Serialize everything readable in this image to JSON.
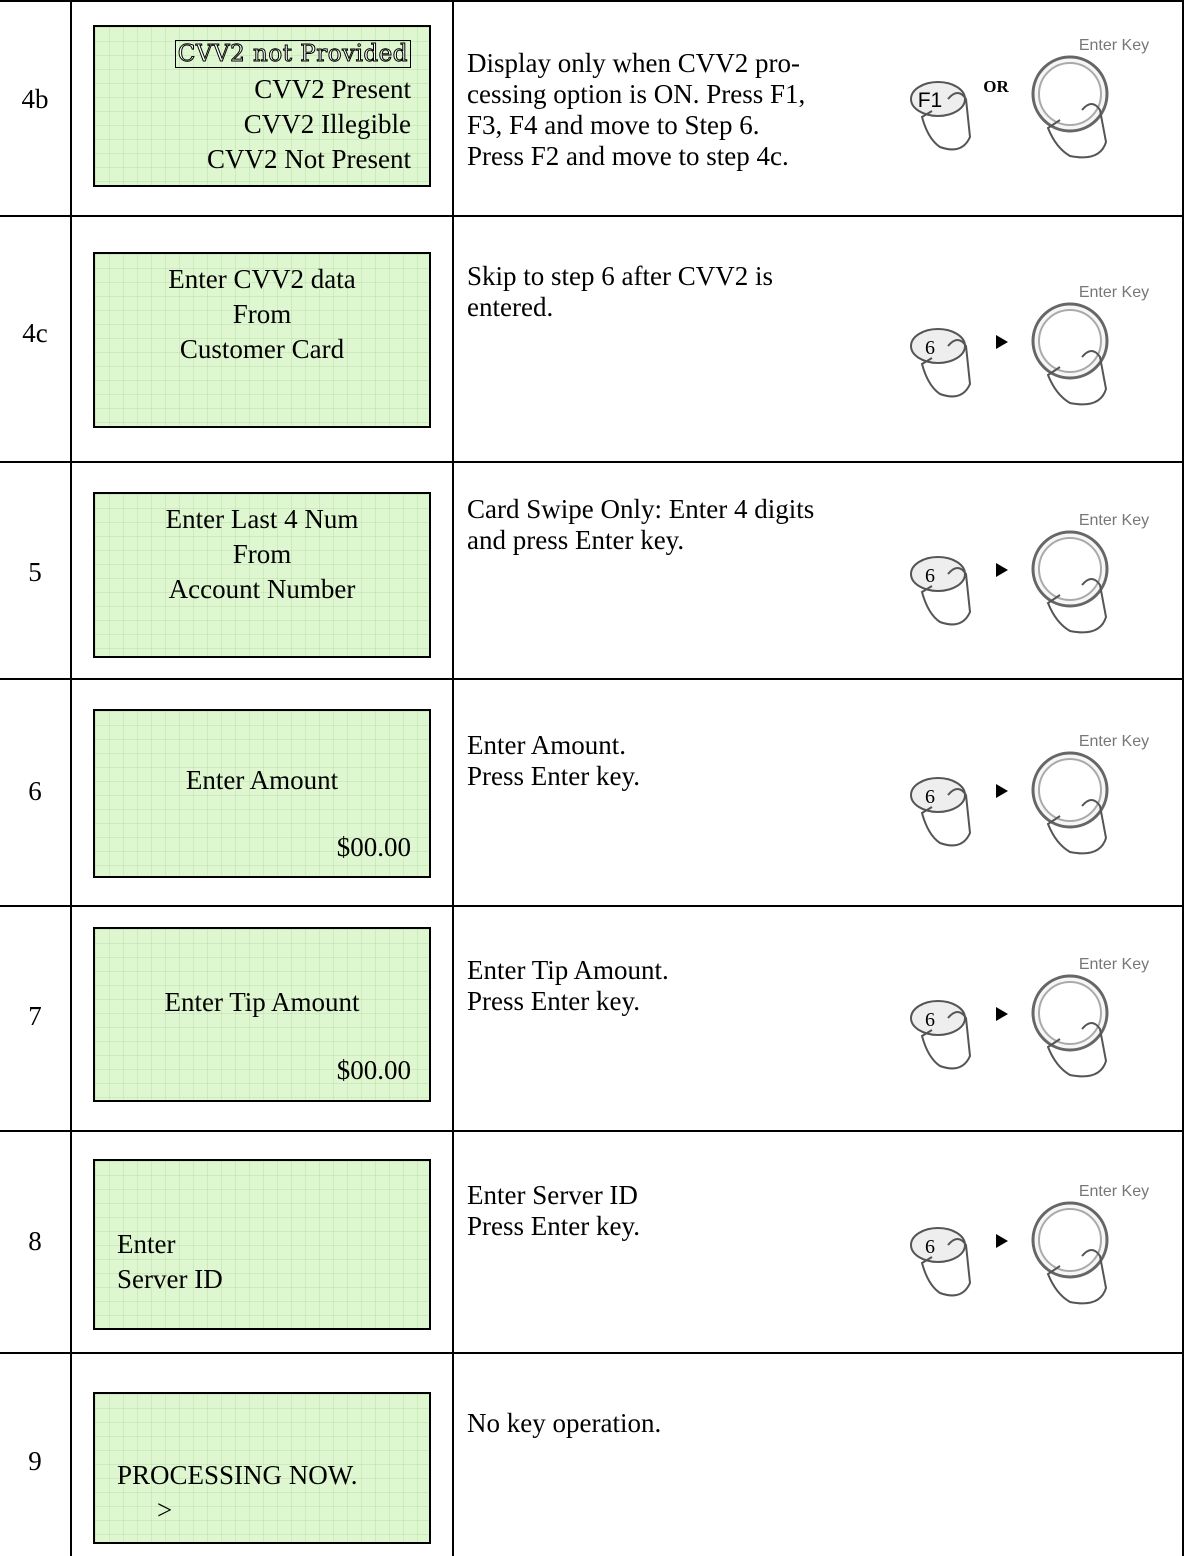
{
  "rows": [
    {
      "step": "4b",
      "lcd_lines": [
        "CVV2 not Provided",
        "CVV2 Present",
        "CVV2 Illegible",
        "CVV2 Not Present"
      ],
      "desc_lines": [
        "Display only when CVV2 pro-",
        "cessing option is ON. Press F1,",
        "F3, F4 and move to Step 6.",
        "Press F2 and move to step 4c."
      ],
      "keys": {
        "label": "Enter Key",
        "first_key": "F1",
        "connector": "OR"
      }
    },
    {
      "step": "4c",
      "lcd_lines": [
        "Enter CVV2 data",
        "From",
        "Customer Card"
      ],
      "desc_lines": [
        "Skip to step 6 after CVV2 is",
        "entered."
      ],
      "keys": {
        "label": "Enter Key",
        "first_key": "6"
      }
    },
    {
      "step": "5",
      "lcd_lines": [
        "Enter Last 4 Num",
        "From",
        "Account Number"
      ],
      "desc_lines": [
        "Card Swipe Only: Enter 4 digits",
        "and press Enter key."
      ],
      "keys": {
        "label": "Enter Key",
        "first_key": "6"
      }
    },
    {
      "step": "6",
      "lcd_lines": [
        "Enter Amount",
        "$00.00"
      ],
      "desc_lines": [
        "Enter Amount.",
        "Press Enter key."
      ],
      "keys": {
        "label": "Enter Key",
        "first_key": "6"
      }
    },
    {
      "step": "7",
      "lcd_lines": [
        "Enter Tip Amount",
        "$00.00"
      ],
      "desc_lines": [
        "Enter Tip Amount.",
        "Press Enter key."
      ],
      "keys": {
        "label": "Enter Key",
        "first_key": "6"
      }
    },
    {
      "step": "8",
      "lcd_lines": [
        "Enter",
        "Server ID"
      ],
      "desc_lines": [
        "Enter Server ID",
        "Press Enter key."
      ],
      "keys": {
        "label": "Enter Key",
        "first_key": "6"
      }
    },
    {
      "step": "9",
      "lcd_lines": [
        "PROCESSING NOW.",
        ">"
      ],
      "desc_lines": [
        "No key operation."
      ]
    }
  ]
}
